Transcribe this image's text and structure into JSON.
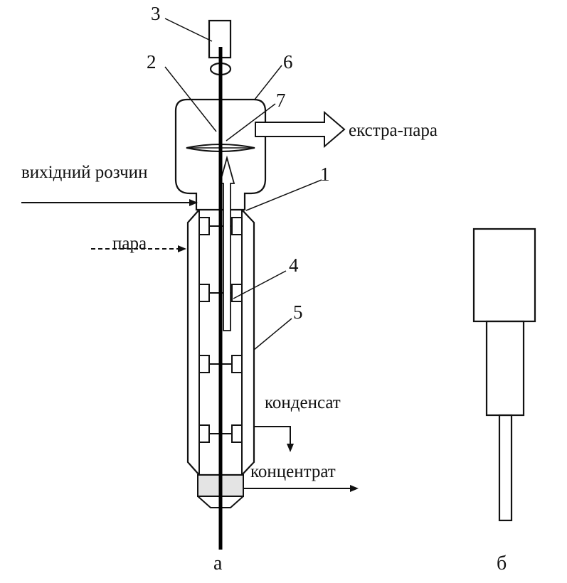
{
  "part_numbers": {
    "n1": "1",
    "n2": "2",
    "n3": "3",
    "n4": "4",
    "n5": "5",
    "n6": "6",
    "n7": "7"
  },
  "flows": {
    "extra_steam": "екстра-пара",
    "feed_solution": "вихідний розчин",
    "steam": "пара",
    "condensate": "конденсат",
    "concentrate": "концентрат"
  },
  "captions": {
    "a": "а",
    "b": "б"
  }
}
